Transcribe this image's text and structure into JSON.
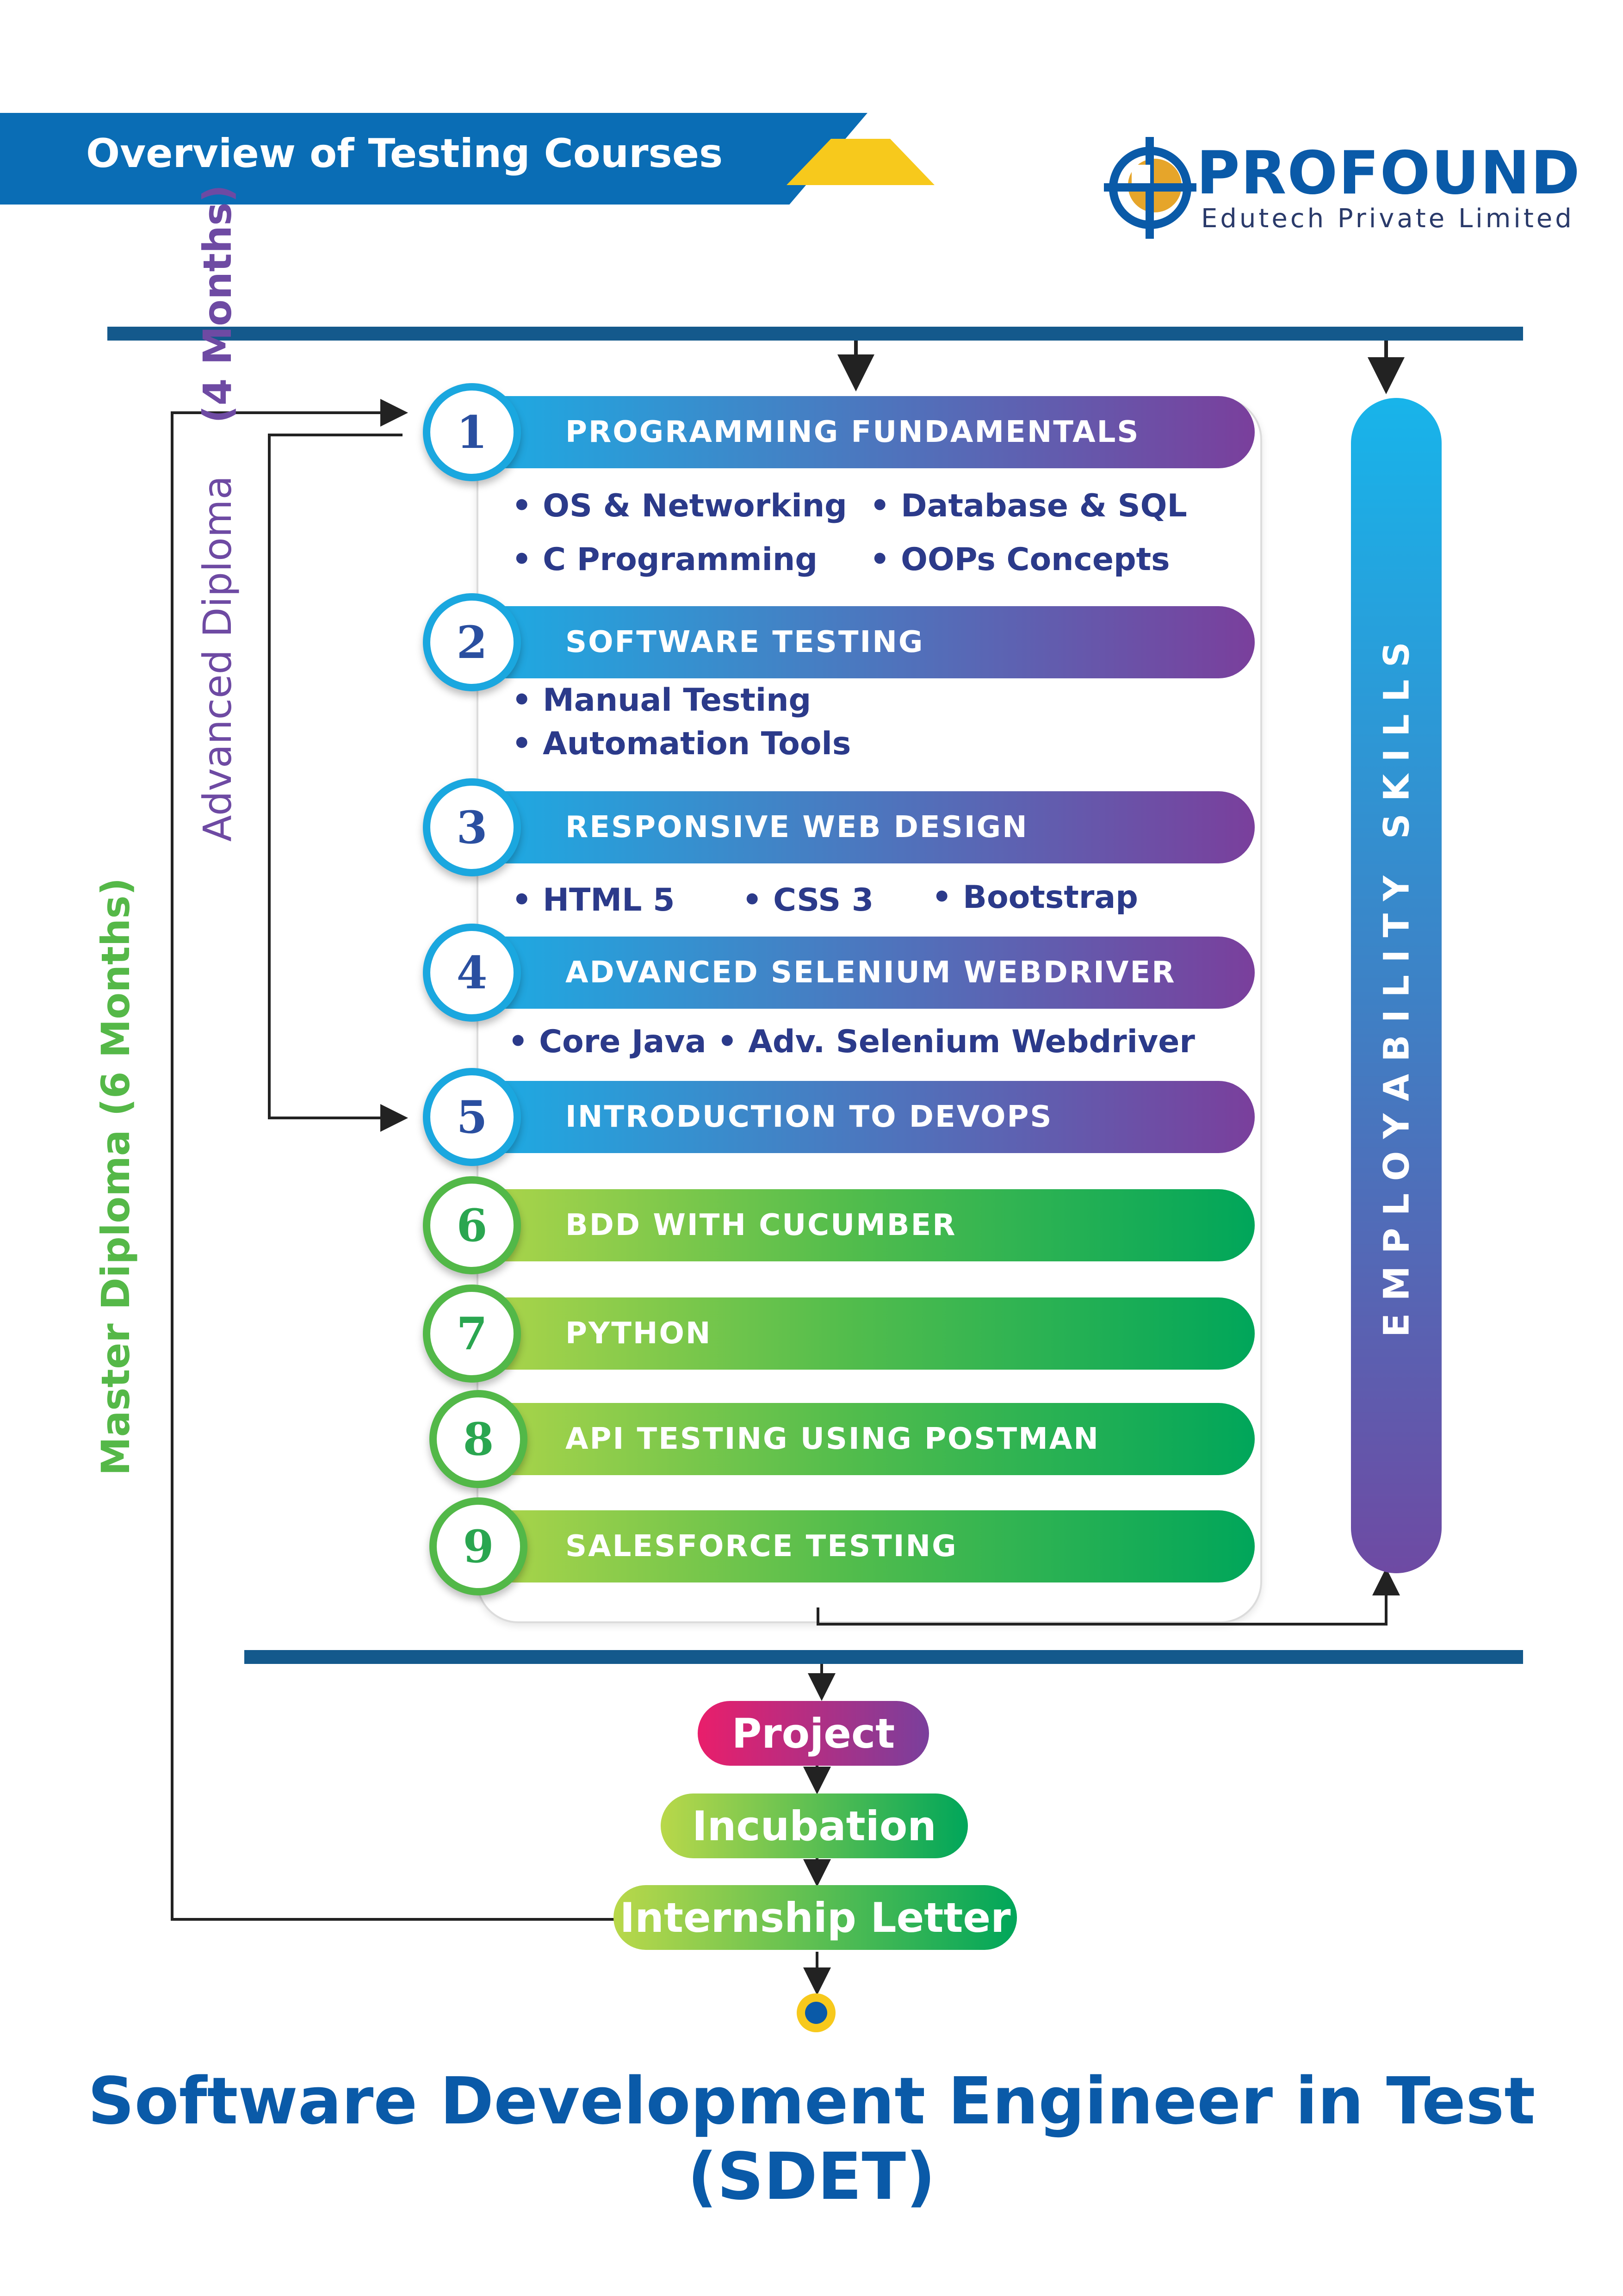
{
  "header": {
    "title": "Overview of Testing Courses"
  },
  "logo": {
    "name": "PROFOUND",
    "subtitle": "Edutech Private Limited"
  },
  "courses": [
    {
      "number": "1",
      "title": "PROGRAMMING FUNDAMENTALS"
    },
    {
      "number": "2",
      "title": "SOFTWARE TESTING"
    },
    {
      "number": "3",
      "title": "RESPONSIVE WEB DESIGN"
    },
    {
      "number": "4",
      "title": "ADVANCED SELENIUM WEBDRIVER"
    },
    {
      "number": "5",
      "title": "INTRODUCTION TO DEVOPS"
    },
    {
      "number": "6",
      "title": "BDD WITH CUCUMBER"
    },
    {
      "number": "7",
      "title": "PYTHON"
    },
    {
      "number": "8",
      "title": "API TESTING USING POSTMAN"
    },
    {
      "number": "9",
      "title": "SALESFORCE TESTING"
    }
  ],
  "topics": {
    "c1": [
      "• OS & Networking",
      "• Database & SQL",
      "• C Programming",
      "• OOPs Concepts"
    ],
    "c2": [
      "• Manual Testing",
      "• Automation Tools"
    ],
    "c3": [
      "• HTML 5",
      "• CSS 3",
      "• Bootstrap"
    ],
    "c4": [
      "• Core Java • Adv. Selenium Webdriver"
    ]
  },
  "side_labels": {
    "advanced": "Advanced Diploma",
    "advanced_duration": "(4 Months)",
    "master": "Master Diploma (6 Months)",
    "employability": "E M P L O Y A B I L I T Y   S K I L L S"
  },
  "finale": {
    "project": "Project",
    "incubation": "Incubation",
    "internship": "Internship Letter"
  },
  "footer": {
    "title": "Software Development Engineer in Test (SDET)"
  },
  "colors": {
    "brand_blue": "#0a5aa8",
    "accent_yellow": "#f7c91c",
    "purple": "#6e4aa3",
    "green": "#52b848"
  }
}
